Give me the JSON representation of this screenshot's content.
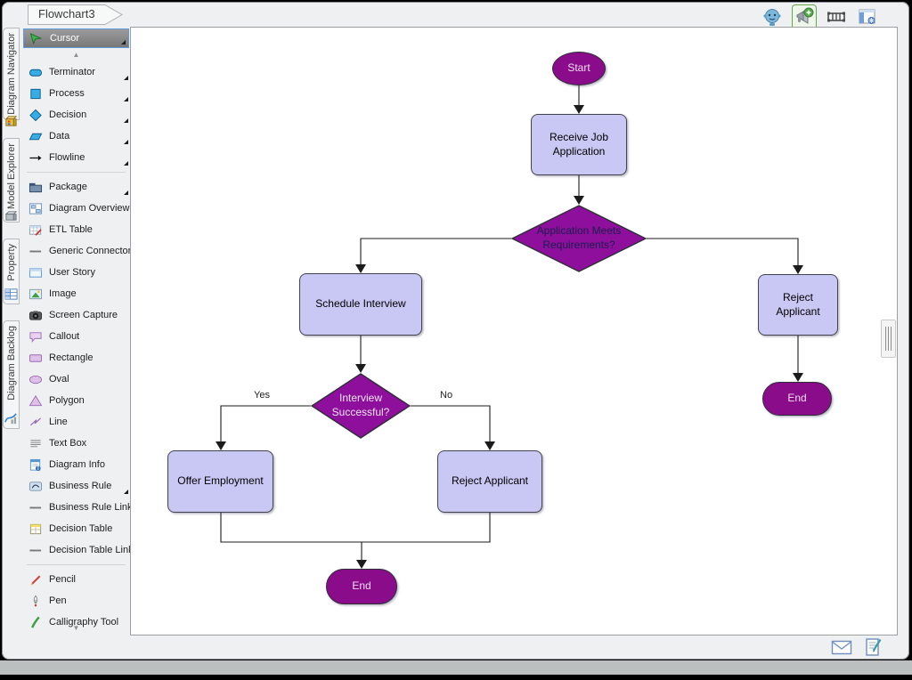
{
  "window": {
    "title_tab": "Flowchart3"
  },
  "header": {
    "icons": [
      {
        "name": "robot-icon"
      },
      {
        "name": "megaphone-plus-icon",
        "highlighted": true
      },
      {
        "name": "frame-icon"
      },
      {
        "name": "window-panel-icon"
      }
    ]
  },
  "side_tabs": {
    "items": [
      {
        "label": "Diagram Navigator",
        "icon": "diagram-navigator-icon"
      },
      {
        "label": "Model Explorer",
        "icon": "model-explorer-icon"
      },
      {
        "label": "Property",
        "icon": "property-icon"
      },
      {
        "label": "Diagram Backlog",
        "icon": "diagram-backlog-icon"
      }
    ]
  },
  "palette": {
    "scroll_up": "▲",
    "scroll_down": "▼",
    "items": [
      {
        "label": "Cursor",
        "icon": "cursor-icon",
        "selected": true,
        "has_submenu": true
      },
      {
        "label": "Terminator",
        "icon": "terminator-icon",
        "has_submenu": true
      },
      {
        "label": "Process",
        "icon": "process-icon",
        "has_submenu": true
      },
      {
        "label": "Decision",
        "icon": "decision-icon",
        "has_submenu": true
      },
      {
        "label": "Data",
        "icon": "data-icon",
        "has_submenu": true
      },
      {
        "label": "Flowline",
        "icon": "flowline-icon",
        "has_submenu": true
      },
      {
        "label": "Package",
        "icon": "package-icon",
        "has_submenu": true
      },
      {
        "label": "Diagram Overview",
        "icon": "diagram-overview-icon"
      },
      {
        "label": "ETL Table",
        "icon": "etl-table-icon"
      },
      {
        "label": "Generic Connector",
        "icon": "connector-line-icon"
      },
      {
        "label": "User Story",
        "icon": "user-story-icon"
      },
      {
        "label": "Image",
        "icon": "image-icon"
      },
      {
        "label": "Screen Capture",
        "icon": "screen-capture-icon"
      },
      {
        "label": "Callout",
        "icon": "callout-icon"
      },
      {
        "label": "Rectangle",
        "icon": "rectangle-icon"
      },
      {
        "label": "Oval",
        "icon": "oval-icon"
      },
      {
        "label": "Polygon",
        "icon": "polygon-icon"
      },
      {
        "label": "Line",
        "icon": "line-icon"
      },
      {
        "label": "Text Box",
        "icon": "text-box-icon"
      },
      {
        "label": "Diagram Info",
        "icon": "diagram-info-icon"
      },
      {
        "label": "Business Rule",
        "icon": "business-rule-icon",
        "has_submenu": true
      },
      {
        "label": "Business Rule Link",
        "icon": "connector-line-icon"
      },
      {
        "label": "Decision Table",
        "icon": "decision-table-icon"
      },
      {
        "label": "Decision Table Link",
        "icon": "connector-line-icon"
      },
      {
        "label": "Pencil",
        "icon": "pencil-icon"
      },
      {
        "label": "Pen",
        "icon": "pen-icon"
      },
      {
        "label": "Calligraphy Tool",
        "icon": "calligraphy-tool-icon"
      }
    ]
  },
  "flowchart": {
    "nodes": {
      "start": {
        "label": "Start",
        "type": "terminator"
      },
      "receive": {
        "label": "Receive Job Application",
        "type": "process"
      },
      "meets_requirements": {
        "label": "Application Meets Requirements?",
        "type": "decision"
      },
      "schedule": {
        "label": "Schedule Interview",
        "type": "process"
      },
      "reject_right": {
        "label": "Reject Applicant",
        "type": "process"
      },
      "end_right": {
        "label": "End",
        "type": "terminator"
      },
      "interview_successful": {
        "label": "Interview Successful?",
        "type": "decision"
      },
      "offer": {
        "label": "Offer Employment",
        "type": "process"
      },
      "reject_lower": {
        "label": "Reject Applicant",
        "type": "process"
      },
      "end_lower": {
        "label": "End",
        "type": "terminator"
      }
    },
    "edges": [
      {
        "from": "start",
        "to": "receive",
        "label": ""
      },
      {
        "from": "receive",
        "to": "meets_requirements",
        "label": ""
      },
      {
        "from": "meets_requirements",
        "to": "schedule",
        "label": ""
      },
      {
        "from": "meets_requirements",
        "to": "reject_right",
        "label": ""
      },
      {
        "from": "schedule",
        "to": "interview_successful",
        "label": ""
      },
      {
        "from": "interview_successful",
        "to": "offer",
        "label": "Yes"
      },
      {
        "from": "interview_successful",
        "to": "reject_lower",
        "label": "No"
      },
      {
        "from": "offer",
        "to": "end_lower",
        "label": ""
      },
      {
        "from": "reject_lower",
        "to": "end_lower",
        "label": ""
      },
      {
        "from": "reject_right",
        "to": "end_right",
        "label": ""
      }
    ]
  },
  "statusbar": {
    "icons": [
      {
        "name": "mail-icon"
      },
      {
        "name": "document-edit-icon"
      }
    ]
  },
  "colors": {
    "terminator_fill": "#8a0c8a",
    "decision_fill": "#8d0f9b",
    "process_fill": "#c9c7f3",
    "selection_blue": "#5f9bd8",
    "connector": "#1b1b1b",
    "palette_shape_blue": "#35aee8",
    "palette_shape_purple": "#debfe8"
  }
}
